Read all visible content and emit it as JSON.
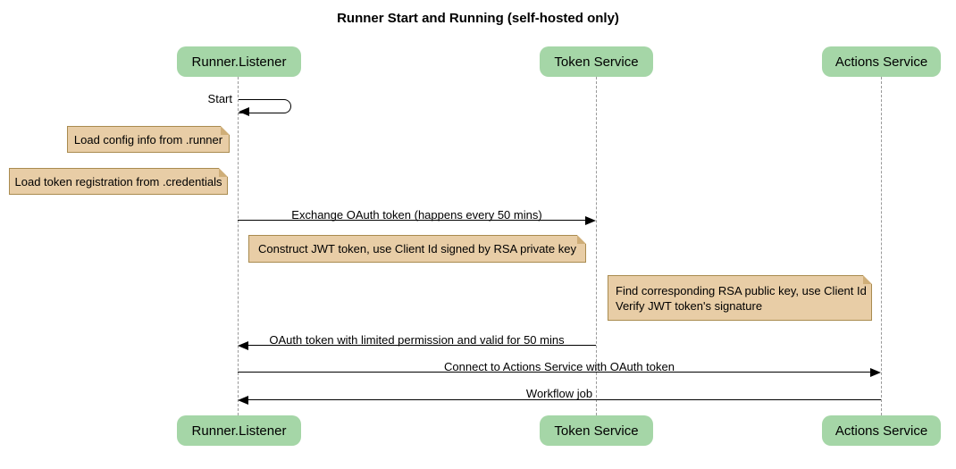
{
  "title": "Runner Start and Running (self-hosted only)",
  "diagram_type": "sequence",
  "colors": {
    "actor_fill": "#a5d6a7",
    "note_fill": "#e8cda6",
    "note_border": "#a98b4f",
    "lifeline": "#999999",
    "arrow": "#000000",
    "background": "#ffffff"
  },
  "actors": [
    {
      "name": "Runner.Listener"
    },
    {
      "name": "Token Service"
    },
    {
      "name": "Actions Service"
    }
  ],
  "self_message": {
    "actor": "Runner.Listener",
    "label": "Start"
  },
  "notes": [
    {
      "over": "Runner.Listener",
      "text": "Load config info from .runner"
    },
    {
      "over": "Runner.Listener",
      "text": "Load token registration from .credentials"
    },
    {
      "over": "Token Service",
      "text": "Construct JWT token, use Client Id signed by RSA private key"
    },
    {
      "over": "Actions Service",
      "line1": "Find corresponding RSA public key, use Client Id",
      "line2": "Verify JWT token's signature"
    }
  ],
  "messages": [
    {
      "from": "Runner.Listener",
      "to": "Token Service",
      "label": "Exchange OAuth token (happens every 50 mins)"
    },
    {
      "from": "Token Service",
      "to": "Runner.Listener",
      "label": "OAuth token with limited permission and valid for 50 mins"
    },
    {
      "from": "Runner.Listener",
      "to": "Actions Service",
      "label": "Connect to Actions Service with OAuth token"
    },
    {
      "from": "Actions Service",
      "to": "Runner.Listener",
      "label": "Workflow job"
    }
  ]
}
